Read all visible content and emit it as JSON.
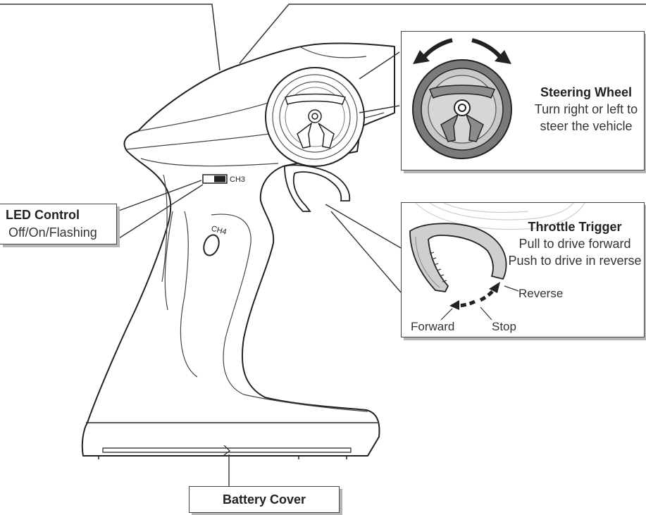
{
  "callouts": {
    "steering": {
      "title": "Steering Wheel",
      "line1": "Turn right or left to",
      "line2": "steer the vehicle"
    },
    "throttle": {
      "title": "Throttle Trigger",
      "line1": "Pull to drive forward",
      "line2": "Push to drive in reverse",
      "reverse": "Reverse",
      "forward": "Forward",
      "stop": "Stop"
    },
    "led": {
      "title": "LED Control",
      "subtitle": "Off/On/Flashing"
    },
    "battery": {
      "title": "Battery Cover"
    }
  },
  "switch_labels": {
    "ch3": "CH3",
    "ch4": "CH4"
  },
  "colors": {
    "outline": "#222222",
    "callout_shadow": "#b5b5b5",
    "wheel_rim": "#7a7a7a",
    "wheel_fill": "#c9c9c9",
    "trigger_fill": "#cfcfcf"
  }
}
